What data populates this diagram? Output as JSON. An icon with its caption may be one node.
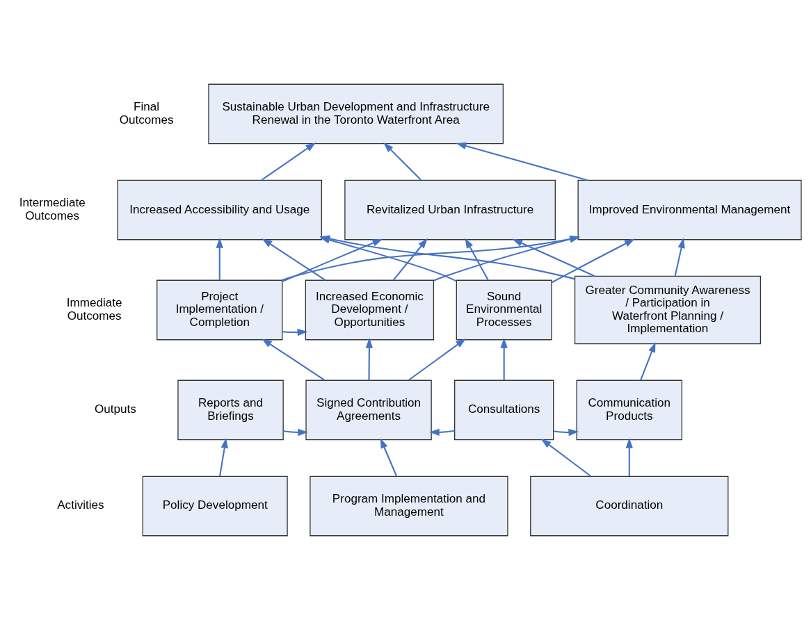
{
  "diagram": {
    "nodes": [
      {
        "text": [
          "Sustainable Urban Development and Infrastructure Renewal in the Toronto Waterfront Area"
        ]
      },
      {
        "text": [
          "Increased Accessibility and Usage"
        ]
      },
      {
        "text": [
          "Revitalized Urban Infrastructure"
        ]
      },
      {
        "text": [
          "Improved Environmental Management"
        ]
      },
      {
        "text": [
          "Project Implementation / Completion"
        ]
      },
      {
        "text": [
          "Increased Economic Development / Opportunities"
        ]
      },
      {
        "text": [
          "Sound Environmental Processes"
        ]
      },
      {
        "text": [
          "Greater Community Awareness / Participation in Waterfront Planning / Implementation"
        ]
      },
      {
        "text": [
          "Reports and Briefings"
        ]
      },
      {
        "text": [
          "Signed Contribution Agreements"
        ]
      },
      {
        "text": [
          "Consultations"
        ]
      },
      {
        "text": [
          "Communication Products"
        ]
      },
      {
        "text": [
          "Policy Development"
        ]
      },
      {
        "text": [
          "Program Implementation and Management"
        ]
      },
      {
        "text": [
          "Coordination"
        ]
      }
    ],
    "edges": [
      {
        "from": 1,
        "to": 0,
        "arrow": "to"
      },
      {
        "from": 2,
        "to": 0,
        "arrow": "to"
      },
      {
        "from": 3,
        "to": 0,
        "arrow": "to"
      },
      {
        "from": 4,
        "to": 1,
        "arrow": "to"
      },
      {
        "from": 4,
        "to": 2,
        "arrow": "to"
      },
      {
        "from": 4,
        "to": 3,
        "arrow": "to"
      },
      {
        "from": 5,
        "to": 1,
        "arrow": "to"
      },
      {
        "from": 5,
        "to": 2,
        "arrow": "to"
      },
      {
        "from": 5,
        "to": 3,
        "arrow": "to"
      },
      {
        "from": 6,
        "to": 1,
        "arrow": "to"
      },
      {
        "from": 6,
        "to": 2,
        "arrow": "to"
      },
      {
        "from": 6,
        "to": 3,
        "arrow": "to"
      },
      {
        "from": 7,
        "to": 1,
        "arrow": "to"
      },
      {
        "from": 7,
        "to": 2,
        "arrow": "to"
      },
      {
        "from": 7,
        "to": 3,
        "arrow": "to"
      },
      {
        "from": 4,
        "to": 5,
        "arrow": "to"
      },
      {
        "from": 9,
        "to": 4,
        "arrow": "to"
      },
      {
        "from": 9,
        "to": 5,
        "arrow": "to"
      },
      {
        "from": 9,
        "to": 6,
        "arrow": "to"
      },
      {
        "from": 10,
        "to": 6,
        "arrow": "to"
      },
      {
        "from": 11,
        "to": 7,
        "arrow": "to"
      },
      {
        "from": 8,
        "to": 9,
        "arrow": "to"
      },
      {
        "from": 10,
        "to": 9,
        "arrow": "to"
      },
      {
        "from": 10,
        "to": 11,
        "arrow": "to"
      },
      {
        "from": 12,
        "to": 8,
        "arrow": "to"
      },
      {
        "from": 13,
        "to": 9,
        "arrow": "to"
      },
      {
        "from": 14,
        "to": 10,
        "arrow": "to"
      },
      {
        "from": 14,
        "to": 11,
        "arrow": "to"
      }
    ],
    "labels": [
      "Final Outcomes",
      "Intermediate Outcomes",
      "Immediate Outcomes",
      "Outputs",
      "Activities"
    ]
  }
}
